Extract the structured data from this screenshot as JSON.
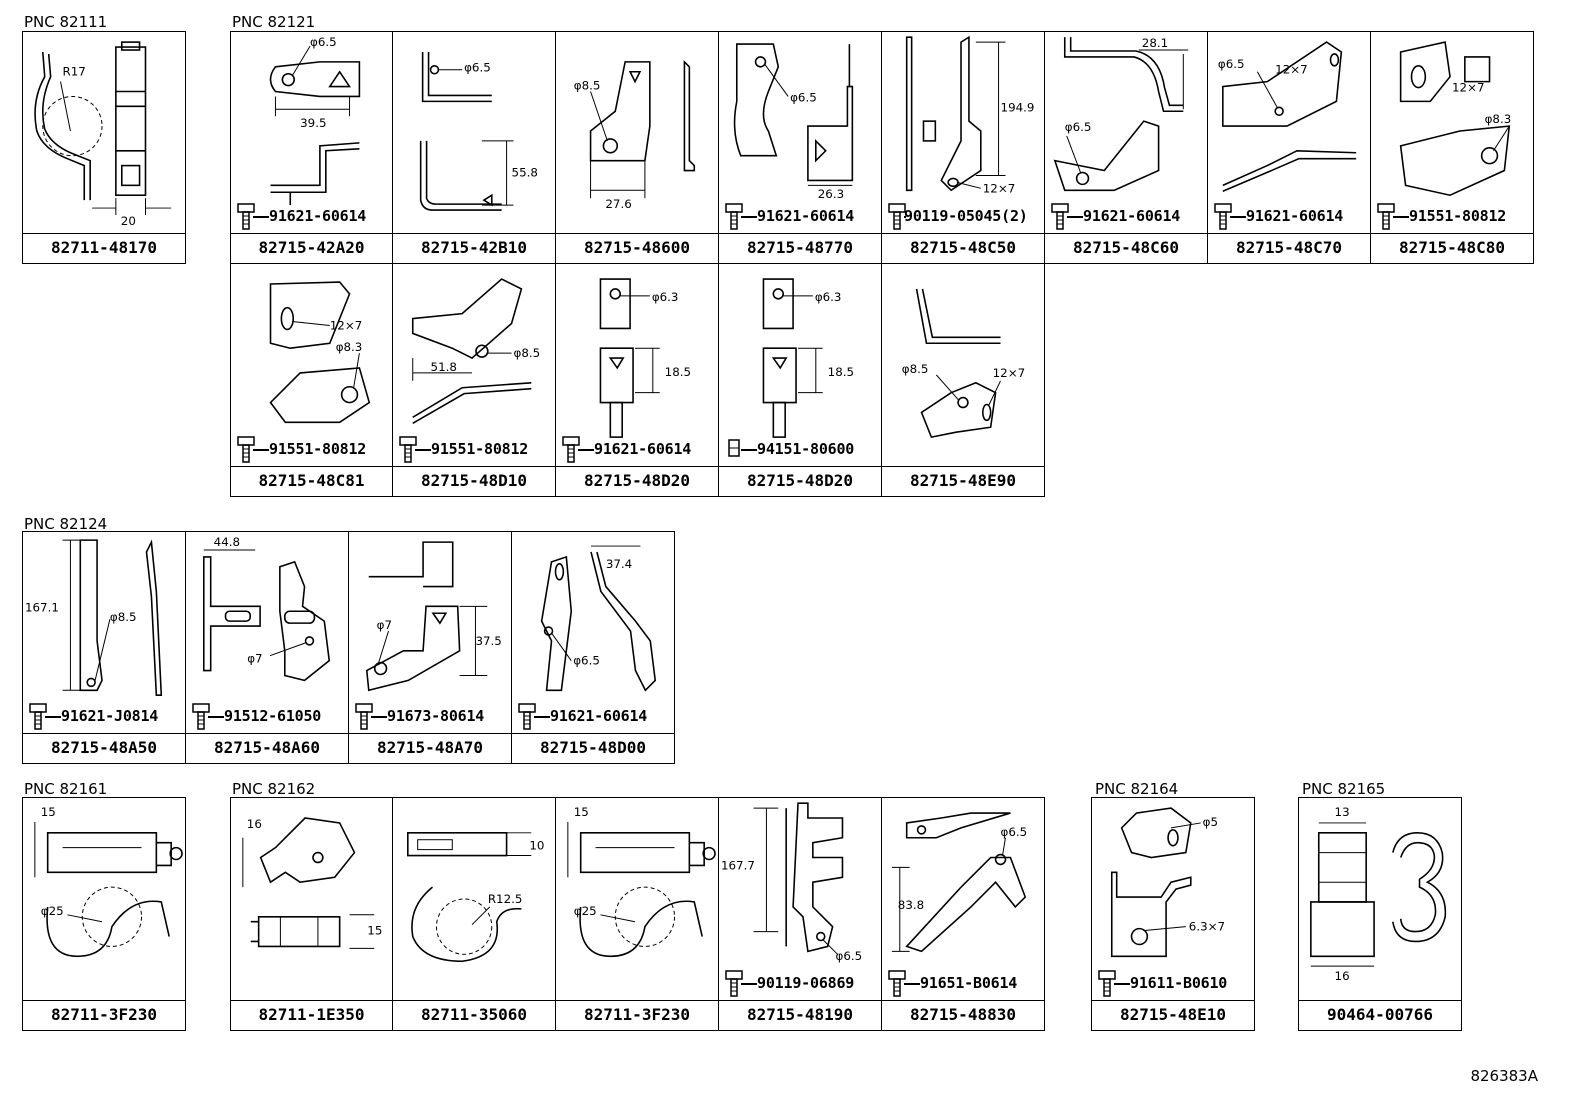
{
  "groups": {
    "g82111": "PNC 82111",
    "g82121": "PNC 82121",
    "g82124": "PNC 82124",
    "g82161": "PNC 82161",
    "g82162": "PNC 82162",
    "g82164": "PNC 82164",
    "g82165": "PNC 82165"
  },
  "cells": {
    "c1": {
      "part": "82711-48170",
      "dims": [
        "R17",
        "20"
      ]
    },
    "c2": {
      "part": "82715-42A20",
      "fastener": "91621-60614",
      "dims": [
        "φ6.5",
        "39.5"
      ]
    },
    "c3": {
      "part": "82715-42B10",
      "dims": [
        "φ6.5",
        "55.8"
      ]
    },
    "c4": {
      "part": "82715-48600",
      "dims": [
        "φ8.5",
        "27.6"
      ]
    },
    "c5": {
      "part": "82715-48770",
      "fastener": "91621-60614",
      "dims": [
        "φ6.5",
        "26.3"
      ]
    },
    "c6": {
      "part": "82715-48C50",
      "fastener": "90119-05045(2)",
      "dims": [
        "194.9",
        "12×7"
      ]
    },
    "c7": {
      "part": "82715-48C60",
      "fastener": "91621-60614",
      "dims": [
        "28.1",
        "φ6.5"
      ]
    },
    "c8": {
      "part": "82715-48C70",
      "fastener": "91621-60614",
      "dims": [
        "φ6.5",
        "12×7"
      ]
    },
    "c9": {
      "part": "82715-48C80",
      "fastener": "91551-80812",
      "dims": [
        "12×7",
        "φ8.3"
      ]
    },
    "c10": {
      "part": "82715-48C81",
      "fastener": "91551-80812",
      "dims": [
        "12×7",
        "φ8.3"
      ]
    },
    "c11": {
      "part": "82715-48D10",
      "fastener": "91551-80812",
      "dims": [
        "51.8",
        "φ8.5"
      ]
    },
    "c12": {
      "part": "82715-48D20",
      "fastener": "91621-60614",
      "dims": [
        "φ6.3",
        "18.5"
      ]
    },
    "c13": {
      "part": "82715-48D20",
      "fastener": "94151-80600",
      "dims": [
        "φ6.3",
        "18.5"
      ]
    },
    "c14": {
      "part": "82715-48E90",
      "dims": [
        "φ8.5",
        "12×7"
      ]
    },
    "c15": {
      "part": "82715-48A50",
      "fastener": "91621-J0814",
      "dims": [
        "167.1",
        "φ8.5"
      ]
    },
    "c16": {
      "part": "82715-48A60",
      "fastener": "91512-61050",
      "dims": [
        "44.8",
        "φ7"
      ]
    },
    "c17": {
      "part": "82715-48A70",
      "fastener": "91673-80614",
      "dims": [
        "φ7",
        "37.5"
      ]
    },
    "c18": {
      "part": "82715-48D00",
      "fastener": "91621-60614",
      "dims": [
        "37.4",
        "φ6.5"
      ]
    },
    "c19": {
      "part": "82711-3F230",
      "dims": [
        "15",
        "φ25"
      ]
    },
    "c20": {
      "part": "82711-1E350",
      "dims": [
        "16",
        "15"
      ]
    },
    "c21": {
      "part": "82711-35060",
      "dims": [
        "10",
        "R12.5"
      ]
    },
    "c22": {
      "part": "82711-3F230",
      "dims": [
        "15",
        "φ25"
      ]
    },
    "c23": {
      "part": "82715-48190",
      "fastener": "90119-06869",
      "dims": [
        "167.7",
        "φ6.5"
      ]
    },
    "c24": {
      "part": "82715-48830",
      "fastener": "91651-B0614",
      "dims": [
        "φ6.5",
        "83.8"
      ]
    },
    "c25": {
      "part": "82715-48E10",
      "fastener": "91611-B0610",
      "dims": [
        "φ5",
        "6.3×7"
      ]
    },
    "c26": {
      "part": "90464-00766",
      "dims": [
        "13",
        "16"
      ]
    }
  },
  "reference": "826383A"
}
